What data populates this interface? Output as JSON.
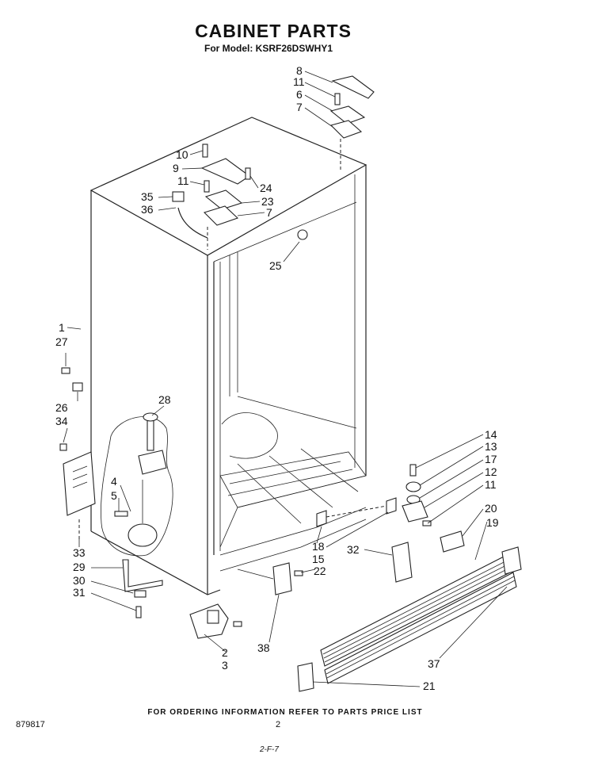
{
  "header": {
    "title": "CABINET PARTS",
    "model": "For Model: KSRF26DSWHY1"
  },
  "footer": {
    "ordering_note": "FOR ORDERING INFORMATION REFER TO PARTS PRICE LIST",
    "doc_code": "879817",
    "page_number": "2",
    "revision": "2-F-7"
  },
  "callouts": [
    {
      "id": "c8a",
      "label": "8"
    },
    {
      "id": "c11a",
      "label": "11"
    },
    {
      "id": "c6",
      "label": "6"
    },
    {
      "id": "c7a",
      "label": "7"
    },
    {
      "id": "c10",
      "label": "10"
    },
    {
      "id": "c9",
      "label": "9"
    },
    {
      "id": "c11b",
      "label": "11"
    },
    {
      "id": "c24",
      "label": "24"
    },
    {
      "id": "c35",
      "label": "35"
    },
    {
      "id": "c23",
      "label": "23"
    },
    {
      "id": "c36",
      "label": "36"
    },
    {
      "id": "c7b",
      "label": "7"
    },
    {
      "id": "c25",
      "label": "25"
    },
    {
      "id": "c1",
      "label": "1"
    },
    {
      "id": "c27",
      "label": "27"
    },
    {
      "id": "c26",
      "label": "26"
    },
    {
      "id": "c34",
      "label": "34"
    },
    {
      "id": "c28",
      "label": "28"
    },
    {
      "id": "c4",
      "label": "4"
    },
    {
      "id": "c5",
      "label": "5"
    },
    {
      "id": "c33",
      "label": "33"
    },
    {
      "id": "c29",
      "label": "29"
    },
    {
      "id": "c30",
      "label": "30"
    },
    {
      "id": "c31",
      "label": "31"
    },
    {
      "id": "c2",
      "label": "2"
    },
    {
      "id": "c3",
      "label": "3"
    },
    {
      "id": "c38",
      "label": "38"
    },
    {
      "id": "c22",
      "label": "22"
    },
    {
      "id": "c18",
      "label": "18"
    },
    {
      "id": "c15",
      "label": "15"
    },
    {
      "id": "c32",
      "label": "32"
    },
    {
      "id": "c14",
      "label": "14"
    },
    {
      "id": "c13",
      "label": "13"
    },
    {
      "id": "c17",
      "label": "17"
    },
    {
      "id": "c12",
      "label": "12"
    },
    {
      "id": "c11c",
      "label": "11"
    },
    {
      "id": "c20",
      "label": "20"
    },
    {
      "id": "c19",
      "label": "19"
    },
    {
      "id": "c37",
      "label": "37"
    },
    {
      "id": "c21",
      "label": "21"
    }
  ]
}
